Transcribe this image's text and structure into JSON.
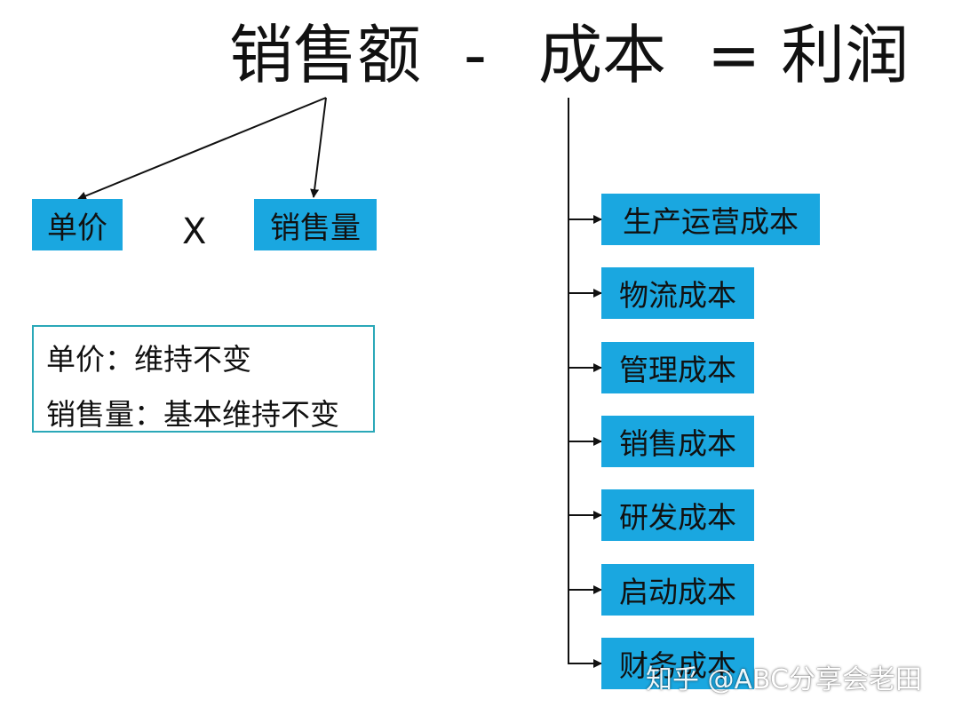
{
  "equation": {
    "sales": "销售额",
    "minus": "-",
    "cost": "成本",
    "equals_profit": "= 利润"
  },
  "sales_breakdown": {
    "unit_price": "单价",
    "times": "X",
    "sales_volume": "销售量"
  },
  "note": {
    "line1": "单价：维持不变",
    "line2": "销售量：基本维持不变"
  },
  "cost_items": [
    "生产运营成本",
    "物流成本",
    "管理成本",
    "销售成本",
    "研发成本",
    "启动成本",
    "财务成本"
  ],
  "watermark": "知乎 @ABC分享会老田",
  "colors": {
    "box_fill": "#1aa7e0",
    "note_border": "#2aa8b8",
    "line": "#111111"
  }
}
